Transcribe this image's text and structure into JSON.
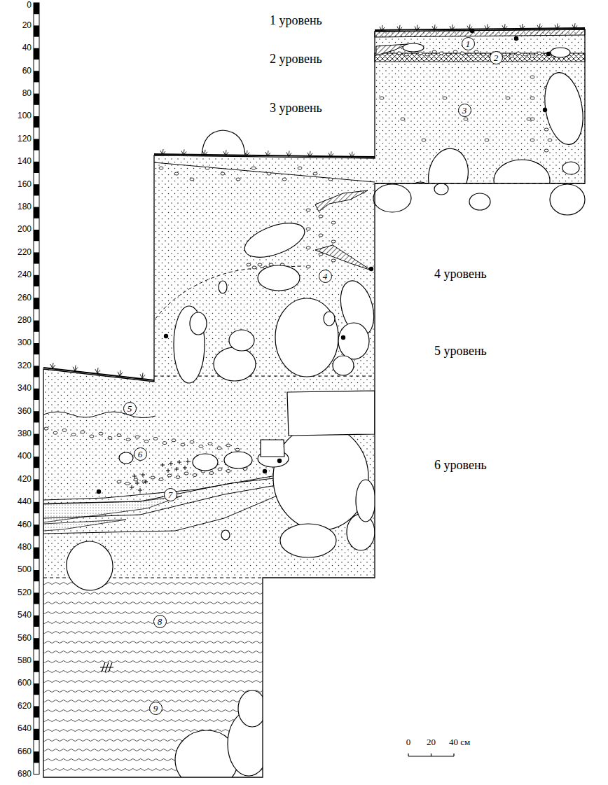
{
  "diagram": {
    "nodes": [
      {
        "text": [
          "1"
        ]
      },
      {
        "text": [
          "2"
        ]
      },
      {
        "text": [
          "3"
        ]
      },
      {
        "text": [
          "4"
        ]
      },
      {
        "text": [
          "5"
        ]
      },
      {
        "text": [
          "6"
        ]
      },
      {
        "text": [
          "7"
        ]
      },
      {
        "text": [
          "8"
        ]
      },
      {
        "text": [
          "9"
        ]
      }
    ],
    "labels": [
      "1 уровень",
      "2 уровень",
      "3 уровень",
      "4 уровень",
      "5 уровень",
      "6 уровень",
      "0",
      "20",
      "40",
      "60",
      "80",
      "100",
      "120",
      "140",
      "160",
      "180",
      "200",
      "220",
      "240",
      "260",
      "280",
      "300",
      "320",
      "340",
      "360",
      "380",
      "400",
      "420",
      "440",
      "460",
      "480",
      "500",
      "520",
      "540",
      "560",
      "580",
      "600",
      "620",
      "640",
      "660",
      "680",
      "0",
      "20",
      "40 см"
    ]
  }
}
